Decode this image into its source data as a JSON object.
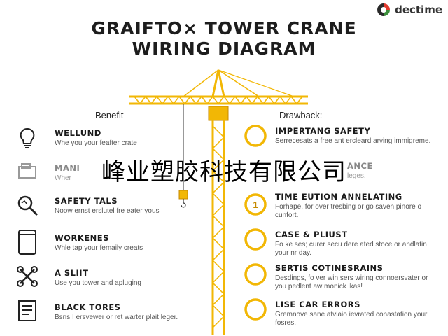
{
  "brand": {
    "name": "dectime"
  },
  "title": {
    "line1": "GRAIFTO× TOWER CRANE",
    "line2": "WIRING DIAGRAM"
  },
  "watermark": "峰业塑胶科技有限公司",
  "colors": {
    "crane": "#f2b705",
    "crane_dark": "#c68a00",
    "circle": "#f2b705",
    "text": "#222222"
  },
  "benefits": {
    "header": "Benefit",
    "items": [
      {
        "icon": "lightbulb-icon",
        "title": "WELLUND",
        "desc": "Whe you your feafter crate"
      },
      {
        "icon": "panel-icon",
        "title": "MANI",
        "desc": "Wher"
      },
      {
        "icon": "magnifier-icon",
        "title": "SAFETY TALS",
        "desc": "Noow ernst erslutel fre eater yous"
      },
      {
        "icon": "tablet-icon",
        "title": "WORKENES",
        "desc": "Whle tap your femaily creats"
      },
      {
        "icon": "tools-icon",
        "title": "A SLIIT",
        "desc": "Use you tower and apluging"
      },
      {
        "icon": "document-icon",
        "title": "BLACK TORES",
        "desc": "Bsns I ersvewer or ret warter plait leger."
      }
    ]
  },
  "drawbacks": {
    "header": "Drawback:",
    "items": [
      {
        "title": "IMPERTANG SAFETY",
        "desc": "Serrecesats a free ant ercleard arving immigreme."
      },
      {
        "title": "ANCE",
        "desc": "leges."
      },
      {
        "badge": "1",
        "title": "TIME EUTION ANNELATING",
        "desc": "Forhape, for over tresbing or go saven pinore o cunfort."
      },
      {
        "title": "CASE & PLIUST",
        "desc": "Fo ke ses; curer secu dere ated stoce or andlatin your nr day."
      },
      {
        "title": "SERTIS COTINESRAINS",
        "desc": "Desdings, fo ver win sers wiring connoersvater or you pedlent aw monick lkas!"
      },
      {
        "title": "LISE CAR ERRORS",
        "desc": "Gremnove sane atviaio ievrated conastation your fosres."
      }
    ]
  }
}
